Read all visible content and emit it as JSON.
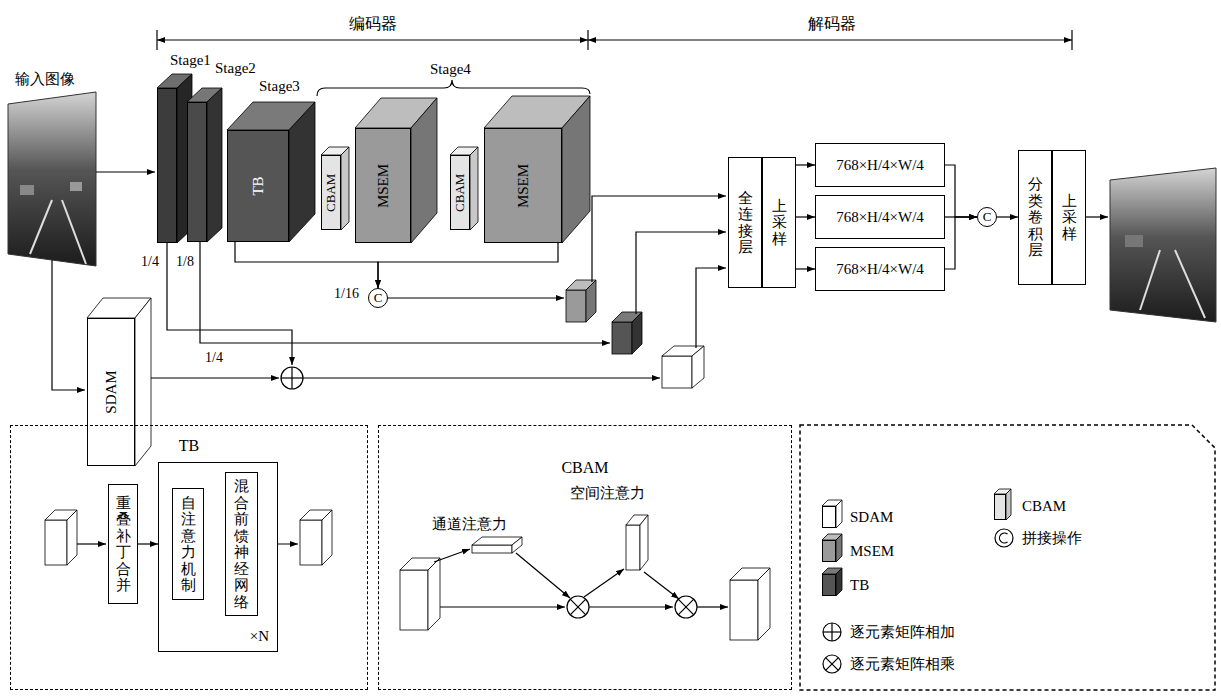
{
  "diagram": {
    "nodes": [
      {
        "text": [
          "Stage1"
        ]
      },
      {
        "text": [
          "Stage2"
        ]
      },
      {
        "text": [
          "Stage3",
          "TB"
        ]
      },
      {
        "text": [
          "CBAM"
        ]
      },
      {
        "text": [
          "MSEM"
        ]
      },
      {
        "text": [
          "CBAM"
        ]
      },
      {
        "text": [
          "MSEM"
        ]
      },
      {
        "text": [
          "SDAM"
        ]
      },
      {
        "text": [
          "C"
        ]
      },
      {
        "text": [
          "全连接层"
        ]
      },
      {
        "text": [
          "上采样"
        ]
      },
      {
        "text": [
          "768×H/4×W/4"
        ]
      },
      {
        "text": [
          "768×H/4×W/4"
        ]
      },
      {
        "text": [
          "768×H/4×W/4"
        ]
      },
      {
        "text": [
          "C"
        ]
      },
      {
        "text": [
          "分类卷积层"
        ]
      },
      {
        "text": [
          "上采样"
        ]
      },
      {
        "text": [
          "TB"
        ]
      },
      {
        "text": [
          "重叠补丁合并"
        ],
        "in": 17
      },
      {
        "text": [
          "×N"
        ],
        "in": 17
      },
      {
        "text": [
          "自注意力机制"
        ],
        "in": 19
      },
      {
        "text": [
          "混合前馈神经网络"
        ],
        "in": 19
      },
      {
        "text": [
          "CBAM"
        ]
      }
    ],
    "edges": [
      {
        "from": 2,
        "to": 8,
        "arrow": "to"
      },
      {
        "from": 6,
        "to": 8,
        "arrow": "to"
      },
      {
        "from": 10,
        "to": 11,
        "arrow": "to"
      },
      {
        "from": 10,
        "to": 12,
        "arrow": "to"
      },
      {
        "from": 10,
        "to": 13,
        "arrow": "to"
      },
      {
        "from": 11,
        "to": 14,
        "arrow": "to"
      },
      {
        "from": 12,
        "to": 14,
        "arrow": "to"
      },
      {
        "from": 13,
        "to": 14,
        "arrow": "to"
      },
      {
        "from": 14,
        "to": 15,
        "arrow": "to"
      },
      {
        "from": 18,
        "to": 19,
        "arrow": "to"
      },
      {
        "from": 20,
        "to": 21,
        "arrow": "to"
      }
    ],
    "labels": [
      "编码器",
      "解码器",
      "输入图像",
      "Stage4",
      "1/4",
      "1/8",
      "1/16",
      "1/4",
      "通道注意力",
      "空间注意力"
    ],
    "legend": [
      {
        "text": "SDAM",
        "color": "#ffffff"
      },
      {
        "text": "MSEM",
        "color": "#9a9a9a"
      },
      {
        "text": "TB",
        "color": "#555555"
      },
      {
        "text": "逐元素矩阵相加"
      },
      {
        "text": "逐元素矩阵相乘"
      },
      {
        "text": "CBAM",
        "color": "#e4e4e4"
      },
      {
        "text": "拼接操作"
      }
    ]
  }
}
